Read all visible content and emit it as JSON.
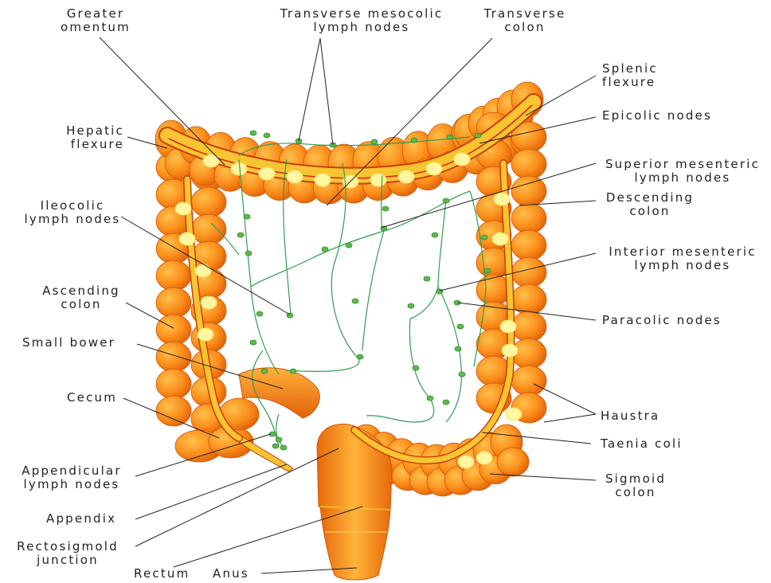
{
  "colors": {
    "colon_light": "#ffb03b",
    "colon_dark": "#e86a0a",
    "colon_shadow": "#d25406",
    "taenia": "#f7c531",
    "taenia_edge": "#c8410a",
    "fat": "#fff6a0",
    "vessel": "#2f9e4f",
    "node": "#5dbb44",
    "leader": "#231f20"
  },
  "labels": {
    "greater_omentum": "Greater\nomentum",
    "transverse_mesocolic": "Transverse mesocolic\nlymph nodes",
    "transverse_colon": "Transverse\ncolon",
    "splenic_flexure": "Splenic\nflexure",
    "hepatic_flexure": "Hepatic\nflexure",
    "epicolic_nodes": "Epicolic nodes",
    "superior_mesenteric": "Superior mesenteric\nlymph nodes",
    "ileocolic": "Ileocolic\nlymph nodes",
    "descending_colon": "Descending\ncolon",
    "interior_mesenteric": "Interior mesenteric\nlymph nodes",
    "ascending_colon": "Ascending\ncolon",
    "paracolic_nodes": "Paracolic nodes",
    "small_bower": "Small bower",
    "cecum": "Cecum",
    "haustra": "Haustra",
    "taenia_coli": "Taenia coli",
    "appendicular": "Appendicular\nlymph nodes",
    "sigmoid_colon": "Sigmoid\ncolon",
    "appendix": "Appendix",
    "rectosigmoid": "Rectosigmold\njunction",
    "rectum": "Rectum",
    "anus": "Anus"
  }
}
